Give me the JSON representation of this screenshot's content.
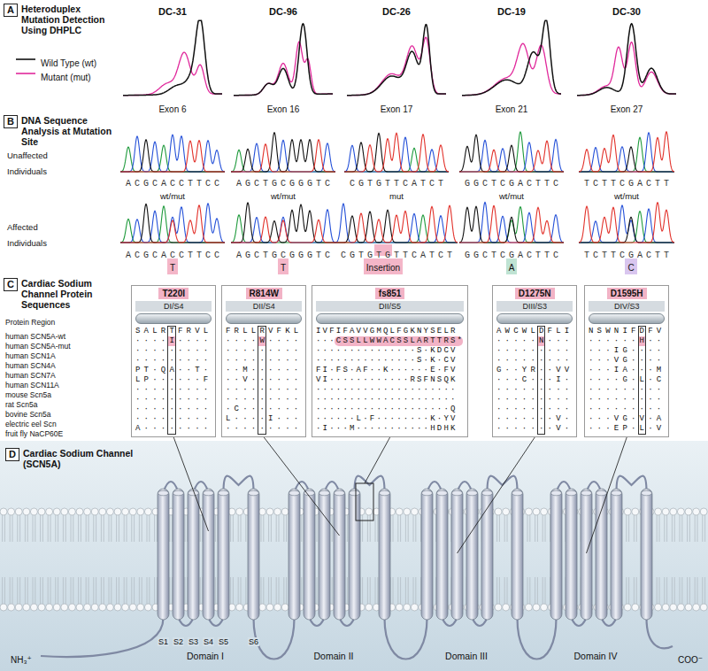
{
  "diagram": {
    "nodes": [
      {
        "text": [
          "A",
          "Heteroduplex Mutation Detection Using DHPLC"
        ]
      },
      {
        "text": [
          "B",
          "DNA Sequence Analysis at Mutation Site"
        ]
      },
      {
        "text": [
          "T"
        ]
      },
      {
        "text": [
          "T"
        ]
      },
      {
        "text": [
          "Insertion"
        ]
      },
      {
        "text": [
          "A"
        ]
      },
      {
        "text": [
          "C"
        ]
      },
      {
        "text": [
          "C",
          "Cardiac Sodium Channel Protein Sequences"
        ]
      },
      {
        "text": [
          "T220I",
          "DI/S4",
          "SALRTFRVL",
          "····I····",
          "·········",
          "·········",
          "PT·QA··T·",
          "LP······F",
          "·········",
          "·········",
          "·········",
          "·········",
          "A········"
        ]
      },
      {
        "text": [
          "R814W",
          "DII/S4",
          "FRLLRVFKL",
          "····W····",
          "·········",
          "·········",
          "··M······",
          "··V······",
          "·········",
          "·········",
          "·C·······",
          "L····I···",
          "·········"
        ]
      },
      {
        "text": [
          "fs851",
          "DII/S5",
          "IVFIFAVVGMQLFGKNYSELR",
          "···CSSLLWWACSSLARTTRS*",
          "···············S·KDCV",
          "···············S·K·CV",
          "FI·FS·AF··K······E·FV",
          "VI············RSFNSQK",
          "·····················",
          "·····················",
          "····················Q",
          "······L·F········K·YV",
          "·I···M···········HDHK"
        ]
      },
      {
        "text": [
          "D1275N",
          "DIII/S3",
          "AWCWLDFLI",
          "·····N···",
          "·········",
          "·········",
          "G··YR··VV",
          "···C···I·",
          "·········",
          "·········",
          "·········",
          "·······V·",
          "·······V·"
        ]
      },
      {
        "text": [
          "D1595H",
          "DIV/S3",
          "NSWNIFDFV",
          "······H··",
          "···IG····",
          "···VG····",
          "···IA···M",
          "····G·L·C",
          "·········",
          "·········",
          "·········",
          "···VG·V·A",
          "···EP·L·V"
        ]
      },
      {
        "text": [
          "D",
          "Cardiac Sodium Channel (SCN5A)"
        ]
      }
    ],
    "labels": [
      "DC-31",
      "DC-96",
      "DC-26",
      "DC-19",
      "DC-30",
      "Exon 6",
      "Exon 16",
      "Exon 17",
      "Exon 21",
      "Exon 27",
      "Unaffected Individuals",
      "ACGCACCTTCC",
      "AGCTGCGGGTC",
      "CGTGTTCATCT",
      "GGCTCGACTTC",
      "TCTTCGACTT",
      "Affected Individuals",
      "wt/mut",
      "wt/mut",
      "mut",
      "wt/mut",
      "wt/mut",
      "ACGCACCTTCC",
      "AGCTGCGGGTC",
      "CGTGTGTTCATCT",
      "GGCTCGACTTC",
      "TCTTCGACTT",
      "Protein Region",
      "human SCN5A-wt",
      "human SCN5A-mut",
      "human SCN1A",
      "human SCN4A",
      "human SCN7A",
      "human SCN11A",
      "mouse Scn5a",
      "rat Scn5a",
      "bovine Scn5a",
      "electric eel Scn",
      "fruit fly NaCP60E",
      "S1",
      "S2",
      "S3",
      "S4",
      "S5",
      "S6",
      "Domain I",
      "Domain II",
      "Domain III",
      "Domain IV",
      "NH₃⁺",
      "COO⁻"
    ],
    "legend": [
      {
        "text": "Wild Type (wt)"
      },
      {
        "text": "Mutant (mut)"
      }
    ]
  }
}
